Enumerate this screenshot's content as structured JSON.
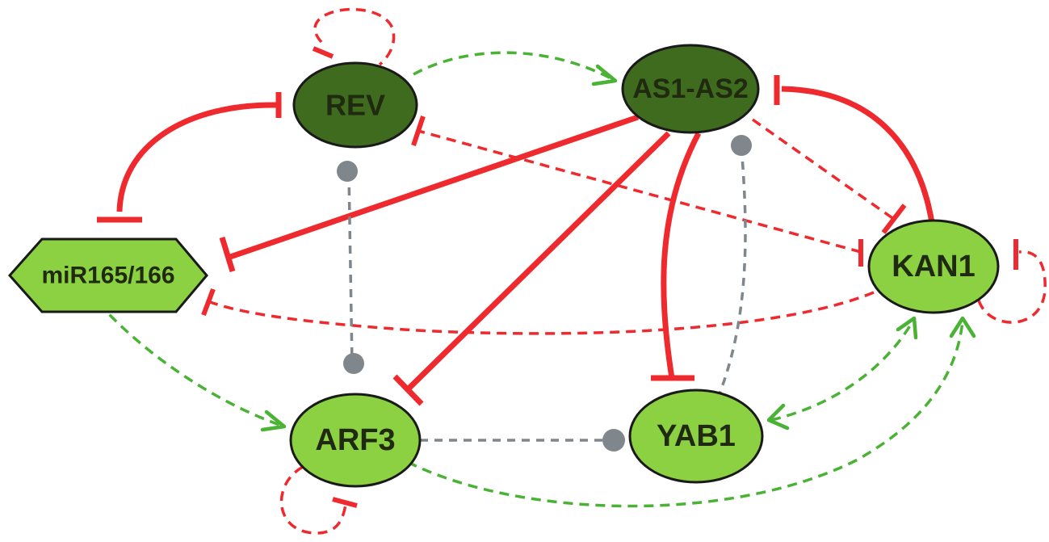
{
  "nodes": {
    "rev": "REV",
    "as1as2": "AS1-AS2",
    "mir": "miR165/166",
    "kan1": "KAN1",
    "arf3": "ARF3",
    "yab1": "YAB1"
  },
  "colors": {
    "dark_node": "#3e6b1d",
    "light_node": "#8bd142",
    "repression": "#ee2a2e",
    "activation": "#4ab234",
    "interaction": "#7f868c"
  }
}
